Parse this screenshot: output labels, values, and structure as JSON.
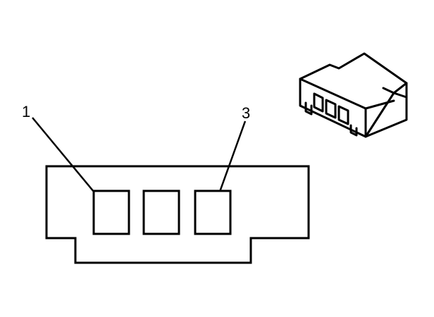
{
  "callouts": [
    {
      "label": "1",
      "terminal": "left-terminal"
    },
    {
      "label": "3",
      "terminal": "right-terminal"
    }
  ],
  "terminal_count": 3,
  "colors": {
    "line": "#000000",
    "background": "#ffffff"
  }
}
